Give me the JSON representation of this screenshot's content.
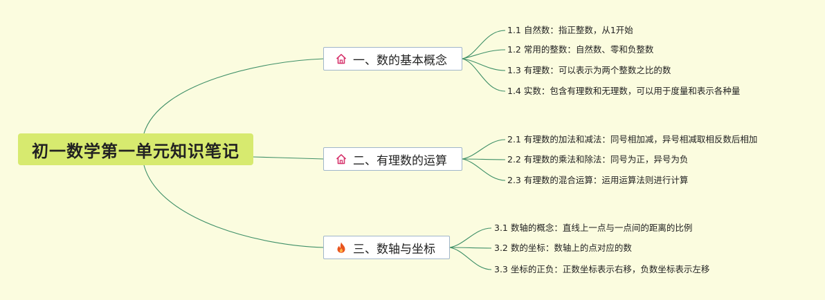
{
  "root": {
    "title": "初一数学第一单元知识笔记"
  },
  "branches": [
    {
      "title": "一、数的基本概念",
      "icon": "home-icon",
      "items": [
        "1.1 自然数：指正整数，从1开始",
        "1.2 常用的整数：自然数、零和负整数",
        "1.3 有理数：可以表示为两个整数之比的数",
        "1.4 实数：包含有理数和无理数，可以用于度量和表示各种量"
      ]
    },
    {
      "title": "二、有理数的运算",
      "icon": "home-icon",
      "items": [
        "2.1 有理数的加法和减法：同号相加减，异号相减取相反数后相加",
        "2.2 有理数的乘法和除法：同号为正，异号为负",
        "2.3 有理数的混合运算：运用运算法则进行计算"
      ]
    },
    {
      "title": "三、数轴与坐标",
      "icon": "fire-icon",
      "items": [
        "3.1 数轴的概念：直线上一点与一点间的距离的比例",
        "3.2 数的坐标：数轴上的点对应的数",
        "3.3 坐标的正负：正数坐标表示右移，负数坐标表示左移"
      ]
    }
  ],
  "colors": {
    "background": "#fbfcdf",
    "root": "#d7ea6f",
    "line": "#3e8f67",
    "home_icon": "#d6336c",
    "fire_icon": "#e8541e"
  }
}
